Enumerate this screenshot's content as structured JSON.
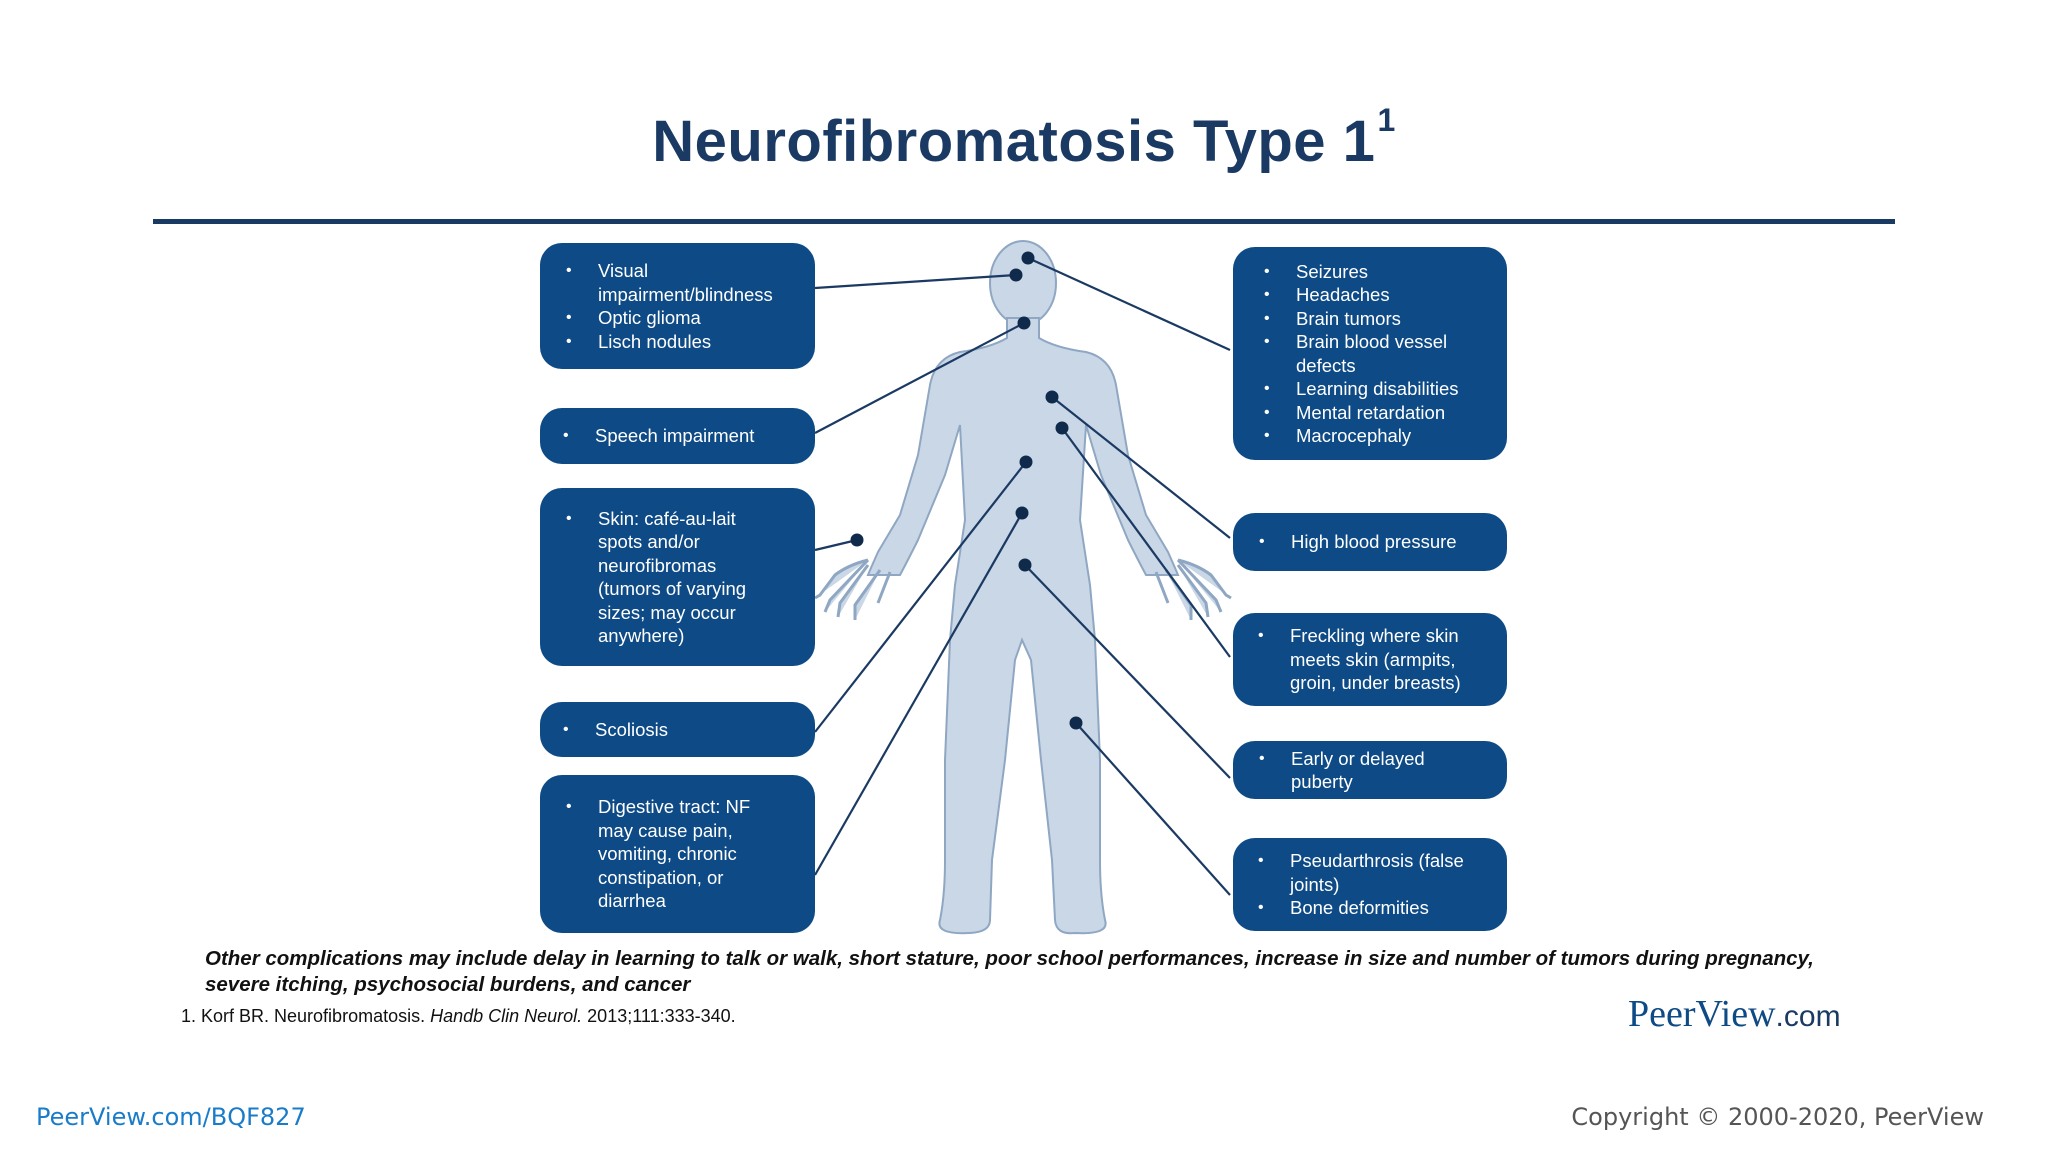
{
  "slide": {
    "title": "Neurofibromatosis Type 1",
    "title_superscript": "1",
    "accent_color": "#0d4a86",
    "title_color": "#1b3a63",
    "body_color": "#c9d7e6"
  },
  "left_boxes": [
    {
      "items": [
        "Visual impairment/blindness",
        "Optic glioma",
        "Lisch nodules"
      ]
    },
    {
      "items": [
        "Speech impairment"
      ]
    },
    {
      "items": [
        "Skin: café-au-lait spots and/or neurofibromas (tumors of varying sizes; may occur anywhere)"
      ]
    },
    {
      "items": [
        "Scoliosis"
      ]
    },
    {
      "items": [
        "Digestive tract: NF may cause pain, vomiting, chronic constipation, or diarrhea"
      ]
    }
  ],
  "right_boxes": [
    {
      "items": [
        "Seizures",
        "Headaches",
        "Brain tumors",
        "Brain blood vessel defects",
        "Learning disabilities",
        "Mental retardation",
        "Macrocephaly"
      ]
    },
    {
      "items": [
        "High blood pressure"
      ]
    },
    {
      "items": [
        "Freckling where skin meets skin (armpits, groin, under breasts)"
      ]
    },
    {
      "items": [
        "Early or delayed puberty"
      ]
    },
    {
      "items": [
        "Pseudarthrosis (false joints)",
        "Bone deformities"
      ]
    }
  ],
  "note": "Other complications may include delay in learning to talk or walk, short stature, poor school performances, increase in size and number of tumors during pregnancy, severe itching, psychosocial burdens, and cancer",
  "reference": {
    "prefix": "1. Korf BR. Neurofibromatosis. ",
    "journal": "Handb Clin Neurol.",
    "suffix": " 2013;111:333-340."
  },
  "logo": {
    "brand": "PeerView",
    "suffix": ".com"
  },
  "footer": {
    "left": "PeerView.com/BQF827",
    "right": "Copyright © 2000-2020, PeerView"
  }
}
